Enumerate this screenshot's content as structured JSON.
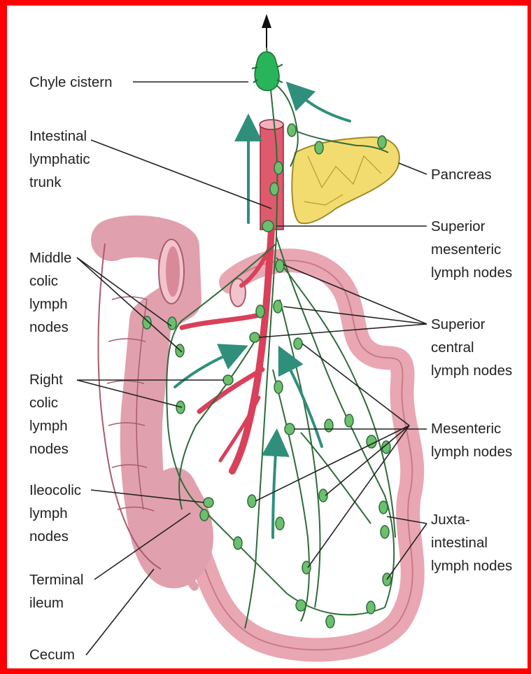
{
  "labels": {
    "chyle_cistern": [
      "Chyle cistern"
    ],
    "intestinal_trunk": [
      "Intestinal",
      "lymphatic",
      "trunk"
    ],
    "pancreas": [
      "Pancreas"
    ],
    "superior_mesenteric": [
      "Superior",
      "mesenteric",
      "lymph nodes"
    ],
    "middle_colic": [
      "Middle",
      "colic",
      "lymph",
      "nodes"
    ],
    "superior_central": [
      "Superior",
      "central",
      "lymph nodes"
    ],
    "right_colic": [
      "Right",
      "colic",
      "lymph",
      "nodes"
    ],
    "mesenteric": [
      "Mesenteric",
      "lymph nodes"
    ],
    "ileocolic": [
      "Ileocolic",
      "lymph",
      "nodes"
    ],
    "juxta_intestinal": [
      "Juxta-",
      "intestinal",
      "lymph nodes"
    ],
    "terminal_ileum": [
      "Terminal",
      "ileum"
    ],
    "cecum": [
      "Cecum"
    ]
  },
  "colors": {
    "frame": "#ff0000",
    "intestine": "#e9a7b3",
    "intestine_dark": "#a85c6c",
    "artery": "#d9405a",
    "lymph": "#2e6b3a",
    "node": "#6cbf6c",
    "cistern": "#28b45a",
    "pancreas": "#f3dc6f",
    "arrow": "#2f8f7a"
  }
}
